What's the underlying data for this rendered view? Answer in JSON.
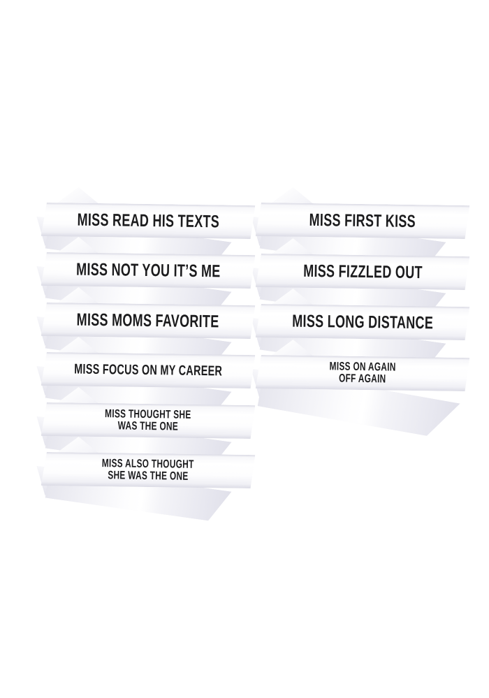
{
  "page": {
    "background_color": "#ffffff"
  },
  "product": {
    "kind": "printed-satin-sashes",
    "ribbon_base_color": "#ffffff",
    "ribbon_shade_color": "#e2e2ea",
    "text_color": "#1b1b1d"
  },
  "columns": [
    {
      "id": "left",
      "sashes": [
        {
          "lines": [
            "MISS READ HIS TEXTS"
          ]
        },
        {
          "lines": [
            "MISS NOT YOU IT’S ME"
          ]
        },
        {
          "lines": [
            "MISS MOMS FAVORITE"
          ]
        },
        {
          "lines": [
            "MISS FOCUS ON MY CAREER"
          ]
        },
        {
          "lines": [
            "MISS THOUGHT SHE",
            "WAS THE ONE"
          ]
        },
        {
          "lines": [
            "MISS ALSO THOUGHT",
            "SHE WAS THE ONE"
          ]
        }
      ]
    },
    {
      "id": "right",
      "sashes": [
        {
          "lines": [
            "MISS FIRST KISS"
          ]
        },
        {
          "lines": [
            "MISS FIZZLED OUT"
          ]
        },
        {
          "lines": [
            "MISS LONG DISTANCE"
          ]
        },
        {
          "lines": [
            "MISS ON AGAIN",
            "OFF AGAIN"
          ]
        }
      ]
    }
  ]
}
